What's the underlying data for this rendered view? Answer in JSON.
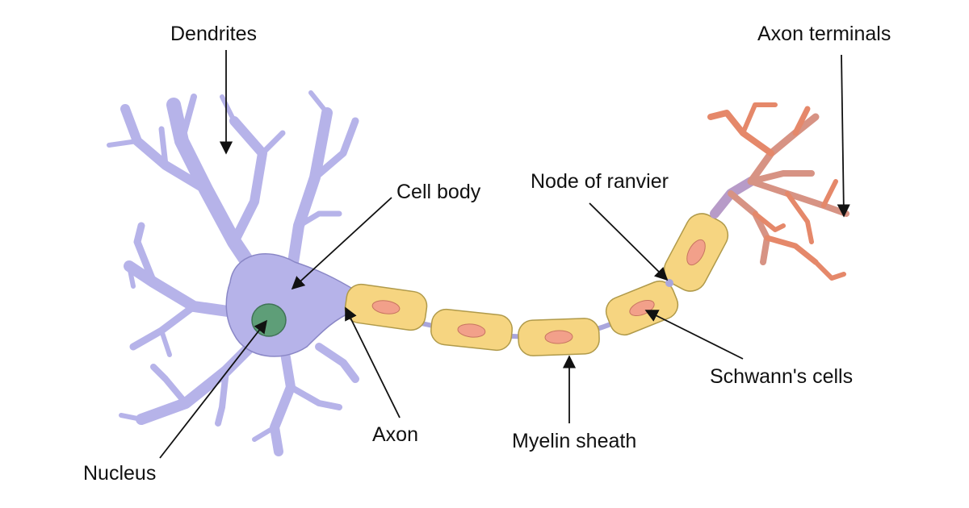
{
  "labels": {
    "dendrites": "Dendrites",
    "axon_terminals": "Axon terminals",
    "cell_body": "Cell body",
    "node_of_ranvier": "Node of ranvier",
    "schwann_cells": "Schwann's cells",
    "axon": "Axon",
    "myelin_sheath": "Myelin sheath",
    "nucleus": "Nucleus"
  },
  "colors": {
    "neuron_body": "#b6b3e9",
    "neuron_outline": "#6d6aa8",
    "nucleus": "#5e9e78",
    "schwann_cell": "#f6d581",
    "schwann_outline": "#b09a4a",
    "schwann_nucleus": "#f2a08a",
    "axon_terminal": "#e5886a",
    "pointer": "#111111"
  }
}
